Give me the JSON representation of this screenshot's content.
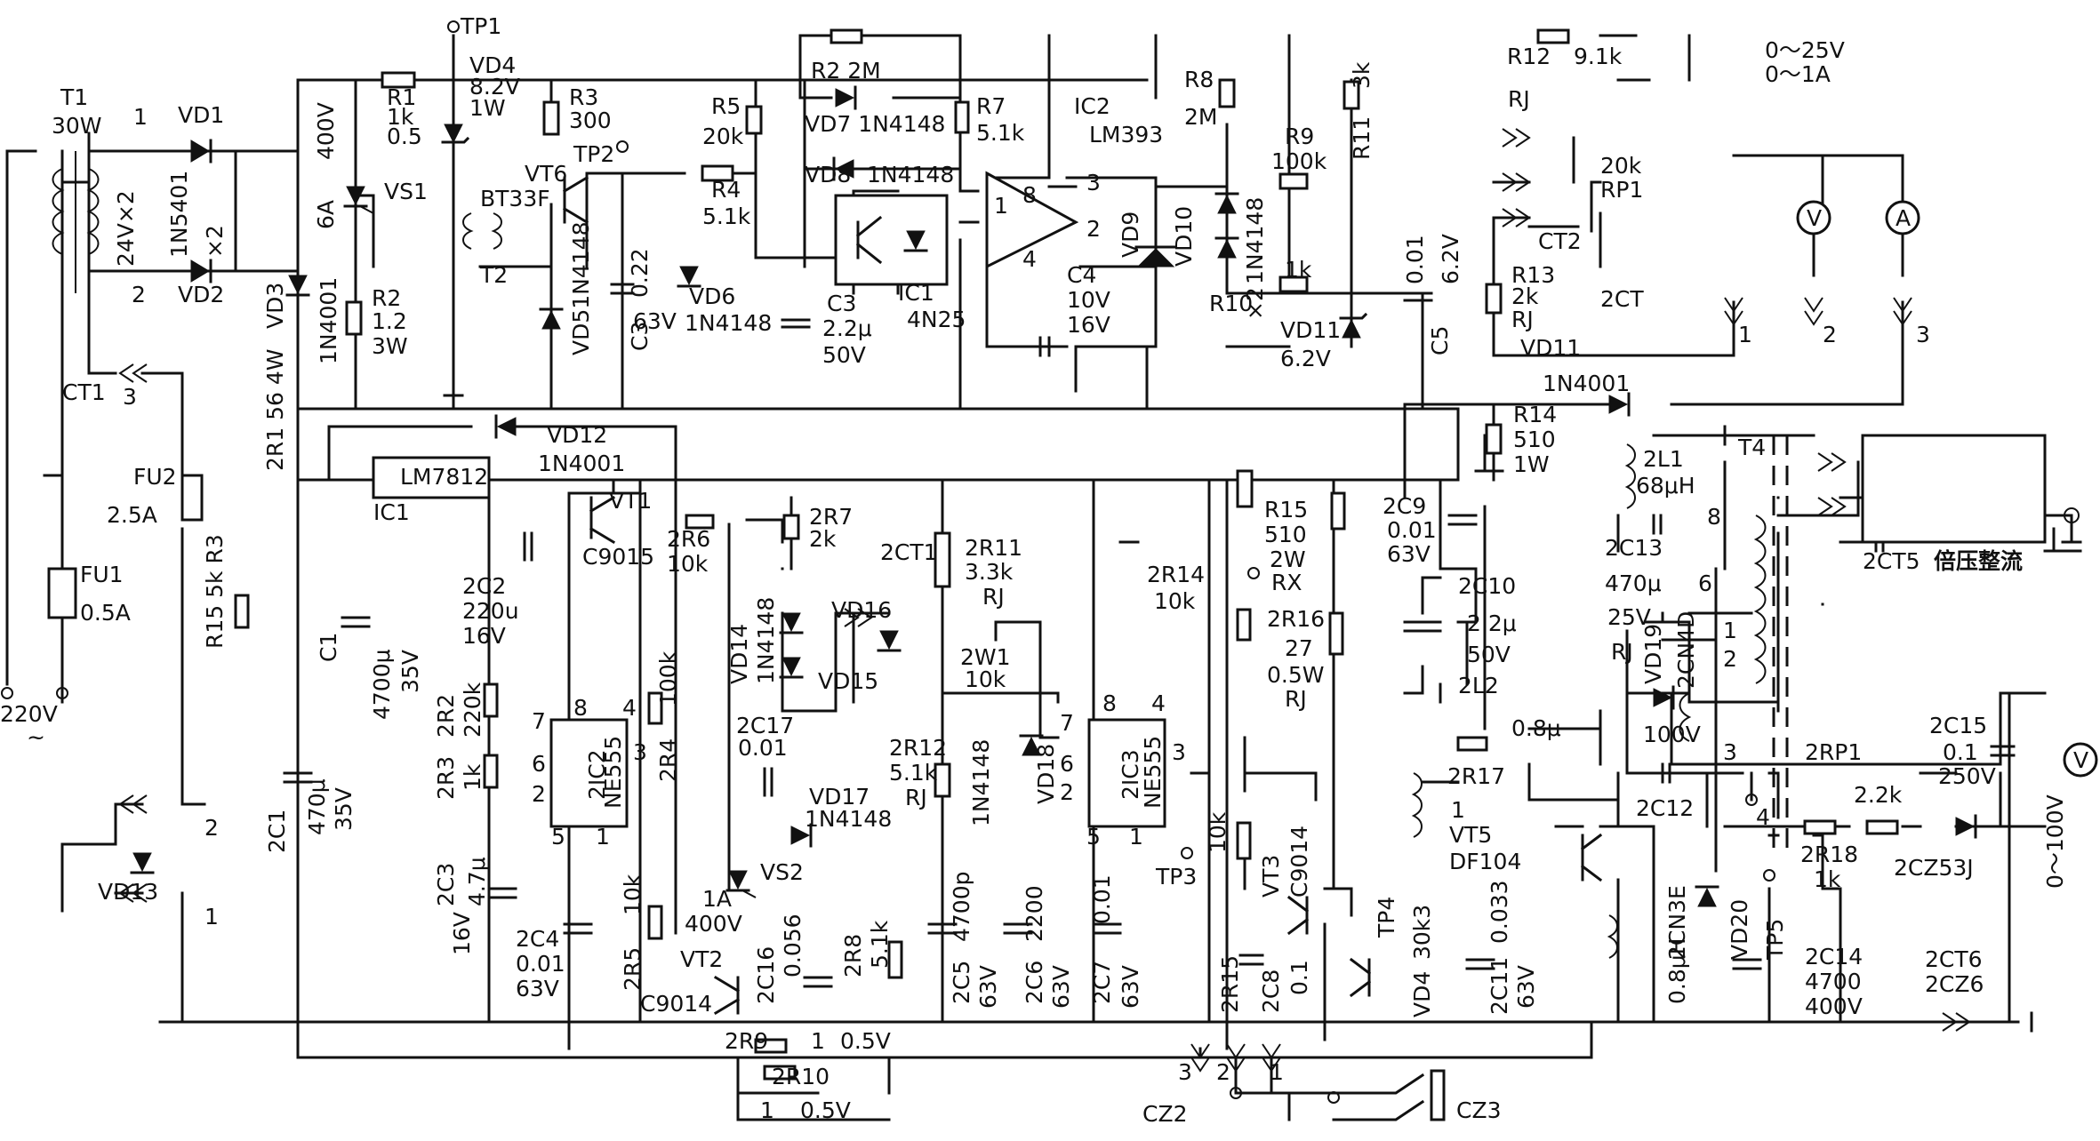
{
  "labels": {
    "T1": "T1",
    "T1_power": "30W",
    "n1a": "1",
    "n2a": "2",
    "T1_sec": "24V×2",
    "VD1": "VD1",
    "VD2": "VD2",
    "VD12_diodes": "1N5401",
    "VD12_count": "×2",
    "CT1": "CT1",
    "CT1_pin3": "3",
    "CT1_pin2": "2",
    "CT1_pin1": "1",
    "FU2": "FU2",
    "FU2_v": "2.5A",
    "FU1": "FU1",
    "FU1_v": "0.5A",
    "R15R3": "R15 5k R3",
    "mains": "220V",
    "mains_sym": "~",
    "VD13": "VD13",
    "VD3": "VD3",
    "VD3_type": "1N4001",
    "R1_2": "2R1 56 4W",
    "TP1": "TP1",
    "R1": "R1",
    "R1_v": "1k",
    "R1_w": "0.5",
    "VD4": "VD4",
    "VD4_v": "8.2V",
    "VD4_w": "1W",
    "R3": "R3",
    "R3_v": "300",
    "TP2": "TP2",
    "VT6": "VT6",
    "BT33F": "BT33F",
    "VS1_v1": "400V",
    "VS1_v2": "6A",
    "VS1": "VS1",
    "T2": "T2",
    "R2": "R2",
    "R2_v": "1.2",
    "R2_w": "3W",
    "VD5": "VD51N4148",
    "C3": "C3",
    "C3_v": "0.22",
    "C3_w": "63V",
    "R5": "R5",
    "R5_v": "20k",
    "R4": "R4",
    "R4_v": "5.1k",
    "VD6": "VD6",
    "VD6_type": "1N4148",
    "C3b": "C3",
    "C3b_v": "2.2μ",
    "C3b_w": "50V",
    "R2b": "R2 2M",
    "VD7": "VD7 1N4148",
    "VD8": "VD8",
    "VD8_type": "1N4148",
    "R7": "R7",
    "R7_v": "5.1k",
    "IC1": "IC1",
    "IC1_type": "4N25",
    "IC2": "IC2",
    "IC2_type": "LM393",
    "pin8": "8",
    "pin3": "3",
    "pin1": "1",
    "pin2": "2",
    "pin4": "4",
    "R8": "R8",
    "R8_v": "2M",
    "R9": "R9",
    "R9_v": "100k",
    "R11": "R11",
    "R11_v": "3k",
    "VD9": "VD9",
    "VD10": "VD10",
    "VD10_type": "1N4148",
    "VD10_count": "×2",
    "C4": "C4",
    "C4_v": "10V",
    "C4_w": "16V",
    "R10": "R10",
    "R10_v": "1k",
    "VD11": "VD11",
    "VD11_v": "6.2V",
    "C5_v": "0.01",
    "C5_w": "6.2V",
    "C5": "C5",
    "R12": "R12",
    "R12_v": "9.1k",
    "RJ": "RJ",
    "RP1_v": "20k",
    "RP1": "RP1",
    "CT2": "CT2",
    "R13": "R13",
    "R13_v": "2k",
    "R13_t": "RJ",
    "CT2_label": "2CT",
    "VD11b": "VD11",
    "VD11b_type": "1N4001",
    "meter_v": "0～25V",
    "meter_a": "0～1A",
    "V": "V",
    "A": "A",
    "c1": "1",
    "c2": "2",
    "c3": "3",
    "R14": "R14",
    "R14_v": "510",
    "R14_w": "1W",
    "IC1b": "IC1",
    "LM7812": "LM7812",
    "VD12": "VD12",
    "VD12_type": "1N4001",
    "VT1": "VT1",
    "C9015": "C9015",
    "R6_2": "2R6",
    "R6_v": "10k",
    "R7_2": "2R7",
    "R7_2v": "2k",
    "CT1_2": "2CT1",
    "C2_2": "2C2",
    "C2_2v": "220u",
    "C2_2w": "16V",
    "C1": "C1",
    "C1_v": "4700μ",
    "C1_w": "35V",
    "VD14": "VD14",
    "VD14_type": "1N4148",
    "VD16": "VD16",
    "VD15": "VD15",
    "R11_2": "2R11",
    "R11_2v": "3.3k",
    "R11_2t": "RJ",
    "W1_2": "2W1",
    "W1_2v": "10k",
    "C17_2": "2C17",
    "C17_2v": "0.01",
    "VD17": "VD17",
    "VD17_type": "1N4148",
    "R12_2": "2R12",
    "R12_2v": "5.1k",
    "R12_2t": "RJ",
    "VD18": "VD18",
    "VD18_type": "1N4148",
    "R2_2": "2R2",
    "R2_2v": "220k",
    "R3_2": "2R3",
    "R3_2v": "1k",
    "IC2_2": "2IC2",
    "NE555a": "NE555",
    "p8": "8",
    "p4": "4",
    "p7": "7",
    "p6": "6",
    "p2": "2",
    "p3": "3",
    "p5": "5",
    "p1": "1",
    "R4_2": "2R4",
    "R4_2v": "100k",
    "C3_2": "2C3",
    "C3_2v": "4.7μ",
    "C3_2w": "16V",
    "C4_2": "2C4",
    "C4_2v": "0.01",
    "C4_2w": "63V",
    "R5_2": "2R5",
    "R5_2v": "10k",
    "C1_2": "2C1",
    "C1_2v": "470μ",
    "C1_2w": "35V",
    "VS2": "VS2",
    "VS2_v": "1A",
    "VS2_w": "400V",
    "VT2": "VT2",
    "C9014": "C9014",
    "C16_2": "2C16",
    "C16_2v": "0.056",
    "R8_2": "2R8",
    "R8_2v": "5.1k",
    "C5_2": "2C5",
    "C5_2v": "4700p",
    "C5_2w": "63V",
    "C6_2": "2C6",
    "C6_2v": "2200",
    "C6_2w": "63V",
    "IC3_2": "2IC3",
    "NE555b": "NE555",
    "C7_2": "2C7",
    "C7_2v": "0.01",
    "C7_2w": "63V",
    "TP3": "TP3",
    "R14_2": "2R14",
    "R14_2v": "10k",
    "R15_2": "2R15",
    "R15_2v": "10k",
    "R15": "R15",
    "R15_v": "510",
    "R15_w": "2W",
    "RX": "RX",
    "VT3": "VT3",
    "C9014b": "C9014",
    "C8_2": "2C8",
    "C8_2v": "0.1",
    "C9_2": "2C9",
    "C9_2v": "0.01",
    "C9_2w": "63V",
    "R16_2": "2R16",
    "R16_2v": "27",
    "R16_2w": "0.5W",
    "R16_2t": "RJ",
    "C10_2": "2C10",
    "C10_2v": "2.2μ",
    "C10_2w": "50V",
    "L2_2": "2L2",
    "R17_2": "2R17",
    "R17_2v": "0.8μ",
    "VT5": "VT5",
    "DF104": "DF104",
    "one": "1",
    "TP4": "TP4",
    "VD4b": "VD4",
    "VD4b_v": "30k3",
    "C11_2": "2C11",
    "C11_2v": "0.033",
    "C11_2w": "63V",
    "R9_2": "2R9",
    "R9_2v": "1",
    "R9_2w": "0.5V",
    "R10_2": "2R10",
    "R10_2v": "1",
    "R10_2w": "0.5V",
    "CZ2": "CZ2",
    "CZ3": "CZ3",
    "cz3": "3",
    "cz2": "2",
    "cz1": "1",
    "L1_2": "2L1",
    "L1_2v": "68μH",
    "T4": "T4",
    "C13_2": "2C13",
    "C13_2v": "470μ",
    "C13_2w": "25V",
    "C13_2t": "RJ",
    "VD19": "VD19",
    "VD19_type": "2CN4D",
    "C12_v": "100V",
    "C12_2": "2C12",
    "VD20": "VD20",
    "VD20_type": "2CN3E",
    "L_08": "0.8μH",
    "TP5": "TP5",
    "t8": "8",
    "t6": "6",
    "t1": "1",
    "t2": "2",
    "t3": "3",
    "t4": "4",
    "CT5_2": "2CT5",
    "doubler": "倍压整流",
    "C15_2": "2C15",
    "C15_2v": "0.1",
    "C15_2w": "250V",
    "RP1_2": "2RP1",
    "RP1_2v": "2.2k",
    "R18_2": "2R18",
    "R18_2v": "1k",
    "CZ53J": "2CZ53J",
    "meter100": "0～100V",
    "Vb": "V",
    "C14_2": "2C14",
    "C14_2v": "4700",
    "C14_2w": "400V",
    "CT6_2": "2CT6",
    "CZ6_2": "2CZ6"
  }
}
